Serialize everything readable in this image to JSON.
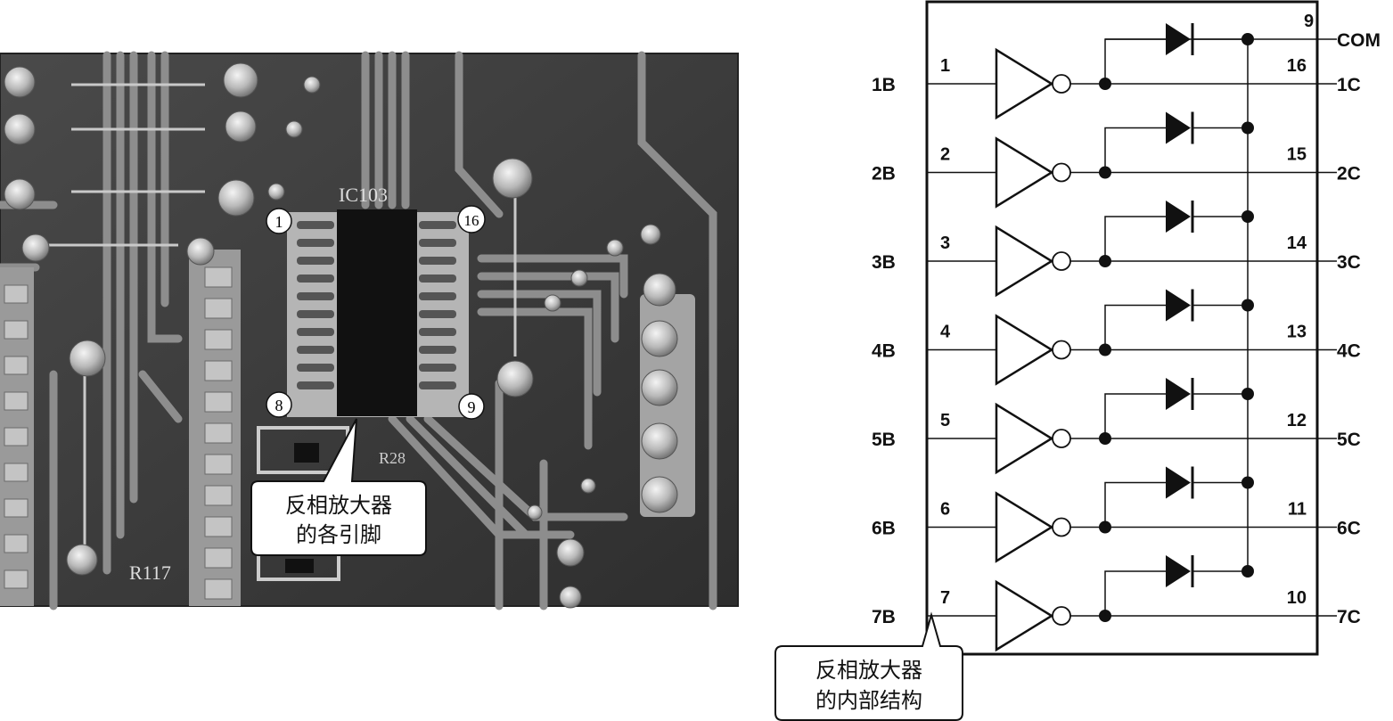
{
  "photo": {
    "ic_label": "IC103",
    "pin_first": "1",
    "pin_last_top": "16",
    "pin_bottom_left": "8",
    "pin_bottom_right": "9",
    "resistor_label": "R117",
    "small_part_label": "R28",
    "callout_line1": "反相放大器",
    "callout_line2": "的各引脚"
  },
  "schematic": {
    "com_pin": "9",
    "com_label": "COM",
    "channels": [
      {
        "in_label": "1B",
        "in_pin": "1",
        "out_pin": "16",
        "out_label": "1C"
      },
      {
        "in_label": "2B",
        "in_pin": "2",
        "out_pin": "15",
        "out_label": "2C"
      },
      {
        "in_label": "3B",
        "in_pin": "3",
        "out_pin": "14",
        "out_label": "3C"
      },
      {
        "in_label": "4B",
        "in_pin": "4",
        "out_pin": "13",
        "out_label": "4C"
      },
      {
        "in_label": "5B",
        "in_pin": "5",
        "out_pin": "12",
        "out_label": "5C"
      },
      {
        "in_label": "6B",
        "in_pin": "6",
        "out_pin": "11",
        "out_label": "6C"
      },
      {
        "in_label": "7B",
        "in_pin": "7",
        "out_pin": "10",
        "out_label": "7C"
      }
    ],
    "callout_line1": "反相放大器",
    "callout_line2": "的内部结构"
  }
}
